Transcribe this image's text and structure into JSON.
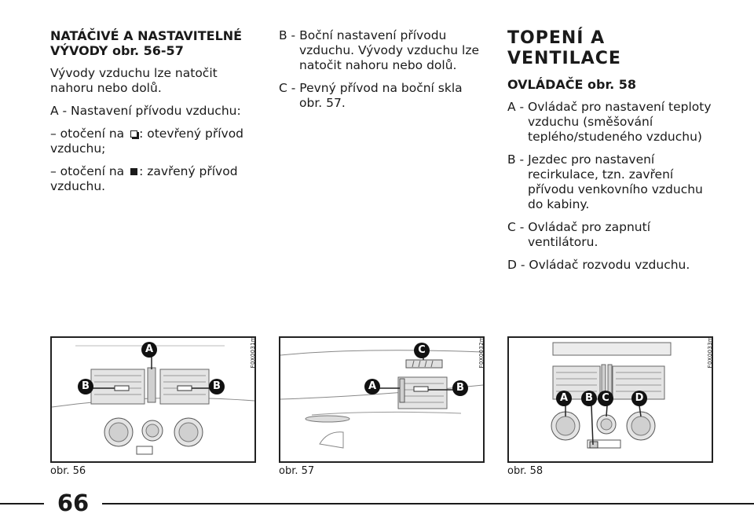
{
  "col1": {
    "heading": "NATÁČIVÉ A NASTAVITELNÉ VÝVODY obr. 56-57",
    "p1": "Vývody vzduchu lze natočit nahoru nebo dolů.",
    "p2": "A - Nastavení přívodu vzduchu:",
    "p3_pre": "– otočení na ",
    "p3_post": ": otevřený přívod vzduchu;",
    "p4_pre": "– otočení na ",
    "p4_post": ": zavřený přívod vzduchu."
  },
  "col2": {
    "b": "B - Boční nastavení přívodu vzduchu. Vývody vzduchu lze natočit nahoru nebo dolů.",
    "c": "C - Pevný přívod na boční skla obr. 57."
  },
  "col3": {
    "title": "TOPENÍ A VENTILACE",
    "subtitle": "OVLÁDAČE obr. 58",
    "items": [
      "A - Ovládač pro nastavení teploty vzduchu (směšování teplého/studeného vzduchu)",
      "B - Jezdec pro nastavení recirkulace, tzn. zavření přívodu venkovního vzduchu do kabiny.",
      "C - Ovládač pro zapnutí ventilátoru.",
      "D - Ovládač rozvodu vzduchu."
    ]
  },
  "figures": [
    {
      "caption": "obr. 56",
      "code": "F0X0031m",
      "labels": [
        "A",
        "B",
        "B"
      ]
    },
    {
      "caption": "obr. 57",
      "code": "F0X0032m",
      "labels": [
        "C",
        "A",
        "B"
      ]
    },
    {
      "caption": "obr. 58",
      "code": "F0X0033m",
      "labels": [
        "A",
        "B",
        "C",
        "D"
      ]
    }
  ],
  "page_number": "66",
  "symbols": {
    "open": "open-square-icon",
    "closed": "filled-square-icon"
  }
}
